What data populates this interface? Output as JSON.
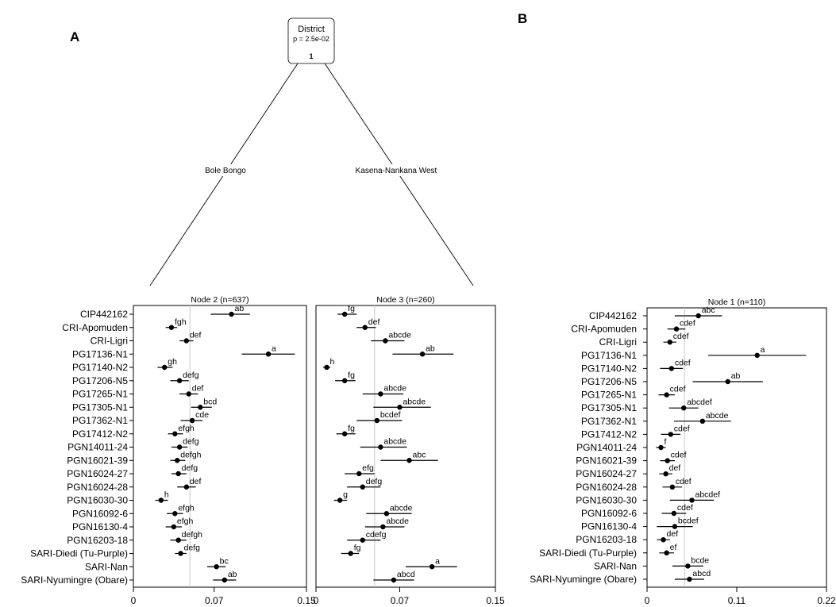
{
  "panel_labels": {
    "a": "A",
    "b": "B"
  },
  "tree": {
    "split_variable": "District",
    "p_value": "p = 2.5e-02",
    "node_id": "1",
    "branch_left": "Bole Bongo",
    "branch_right": "Kasena-Nankana West"
  },
  "chart_data": [
    {
      "type": "scatter",
      "title": "Node 2 (n=637)",
      "xlim": [
        0,
        0.15
      ],
      "xticks": [
        "0",
        "0.07",
        "0.15"
      ],
      "reference_x": 0.049,
      "categories": [
        "CIP442162",
        "CRI-Apomuden",
        "CRI-Ligri",
        "PG17136-N1",
        "PG17140-N2",
        "PG17206-N5",
        "PG17265-N1",
        "PG17305-N1",
        "PG17362-N1",
        "PG17412-N2",
        "PGN14011-24",
        "PGN16021-39",
        "PGN16024-27",
        "PGN16024-28",
        "PGN16030-30",
        "PGN16092-6",
        "PGN16130-4",
        "PGN16203-18",
        "SARI-Diedi (Tu-Purple)",
        "SARI-Nan",
        "SARI-Nyumingre (Obare)"
      ],
      "values": [
        0.085,
        0.033,
        0.046,
        0.117,
        0.027,
        0.04,
        0.048,
        0.058,
        0.051,
        0.036,
        0.04,
        0.038,
        0.039,
        0.046,
        0.024,
        0.036,
        0.035,
        0.039,
        0.041,
        0.072,
        0.079
      ],
      "lower": [
        0.067,
        0.028,
        0.04,
        0.094,
        0.021,
        0.032,
        0.04,
        0.05,
        0.041,
        0.03,
        0.033,
        0.032,
        0.033,
        0.038,
        0.019,
        0.029,
        0.028,
        0.032,
        0.036,
        0.064,
        0.069
      ],
      "upper": [
        0.101,
        0.038,
        0.052,
        0.14,
        0.034,
        0.048,
        0.056,
        0.068,
        0.06,
        0.043,
        0.047,
        0.045,
        0.046,
        0.054,
        0.03,
        0.043,
        0.042,
        0.046,
        0.046,
        0.08,
        0.089
      ],
      "letters": [
        "ab",
        "fgh",
        "def",
        "a",
        "gh",
        "defg",
        "def",
        "bcd",
        "cde",
        "efgh",
        "defg",
        "defgh",
        "defg",
        "def",
        "h",
        "efgh",
        "efgh",
        "defgh",
        "defg",
        "bc",
        "ab"
      ]
    },
    {
      "type": "scatter",
      "title": "Node 3 (n=260)",
      "xlim": [
        0,
        0.15
      ],
      "xticks": [
        "0",
        "0.07",
        "0.15"
      ],
      "reference_x": 0.049,
      "categories": [
        "CIP442162",
        "CRI-Apomuden",
        "CRI-Ligri",
        "PG17136-N1",
        "PG17140-N2",
        "PG17206-N5",
        "PG17265-N1",
        "PG17305-N1",
        "PG17362-N1",
        "PG17412-N2",
        "PGN14011-24",
        "PGN16021-39",
        "PGN16024-27",
        "PGN16024-28",
        "PGN16030-30",
        "PGN16092-6",
        "PGN16130-4",
        "PGN16203-18",
        "SARI-Diedi (Tu-Purple)",
        "SARI-Nan",
        "SARI-Nyumingre (Obare)"
      ],
      "values": [
        0.024,
        0.041,
        0.058,
        0.089,
        0.009,
        0.024,
        0.054,
        0.07,
        0.051,
        0.024,
        0.054,
        0.078,
        0.036,
        0.039,
        0.02,
        0.059,
        0.056,
        0.039,
        0.029,
        0.097,
        0.065
      ],
      "lower": [
        0.018,
        0.034,
        0.046,
        0.064,
        0.006,
        0.016,
        0.039,
        0.048,
        0.034,
        0.017,
        0.037,
        0.054,
        0.024,
        0.026,
        0.015,
        0.042,
        0.041,
        0.026,
        0.021,
        0.075,
        0.048
      ],
      "upper": [
        0.034,
        0.05,
        0.074,
        0.115,
        0.012,
        0.033,
        0.073,
        0.096,
        0.072,
        0.033,
        0.076,
        0.102,
        0.049,
        0.054,
        0.026,
        0.08,
        0.074,
        0.054,
        0.036,
        0.118,
        0.082
      ],
      "letters": [
        "fg",
        "def",
        "abcde",
        "ab",
        "h",
        "fg",
        "abcde",
        "abcde",
        "bcdef",
        "fg",
        "abcde",
        "abc",
        "efg",
        "defg",
        "g",
        "abcde",
        "abcde",
        "cdefg",
        "fg",
        "a",
        "abcd"
      ]
    },
    {
      "type": "scatter",
      "title": "Node 1 (n=110)",
      "xlim": [
        0,
        0.22
      ],
      "xticks": [
        "0",
        "0.11",
        "0.22"
      ],
      "reference_x": 0.046,
      "categories": [
        "CIP442162",
        "CRI-Apomuden",
        "CRI-Ligri",
        "PG17136-N1",
        "PG17140-N2",
        "PG17206-N5",
        "PG17265-N1",
        "PG17305-N1",
        "PG17362-N1",
        "PG17412-N2",
        "PGN14011-24",
        "PGN16021-39",
        "PGN16024-27",
        "PGN16024-28",
        "PGN16030-30",
        "PGN16092-6",
        "PGN16130-4",
        "PGN16203-18",
        "SARI-Diedi (Tu-Purple)",
        "SARI-Nan",
        "SARI-Nyumingre (Obare)"
      ],
      "values": [
        0.063,
        0.036,
        0.028,
        0.135,
        0.03,
        0.099,
        0.024,
        0.045,
        0.068,
        0.029,
        0.017,
        0.025,
        0.023,
        0.031,
        0.055,
        0.033,
        0.034,
        0.02,
        0.024,
        0.05,
        0.052
      ],
      "lower": [
        0.034,
        0.025,
        0.02,
        0.075,
        0.016,
        0.056,
        0.014,
        0.027,
        0.033,
        0.017,
        0.011,
        0.016,
        0.015,
        0.019,
        0.028,
        0.018,
        0.012,
        0.012,
        0.015,
        0.031,
        0.034
      ],
      "upper": [
        0.092,
        0.047,
        0.036,
        0.195,
        0.044,
        0.142,
        0.034,
        0.063,
        0.103,
        0.041,
        0.023,
        0.034,
        0.031,
        0.043,
        0.082,
        0.048,
        0.056,
        0.028,
        0.033,
        0.069,
        0.07
      ],
      "letters": [
        "abc",
        "cdef",
        "cdef",
        "a",
        "cdef",
        "ab",
        "cdef",
        "abcdef",
        "abcde",
        "cdef",
        "f",
        "cdef",
        "def",
        "cdef",
        "abcdef",
        "cdef",
        "bcdef",
        "def",
        "ef",
        "bcde",
        "abcd"
      ]
    }
  ]
}
